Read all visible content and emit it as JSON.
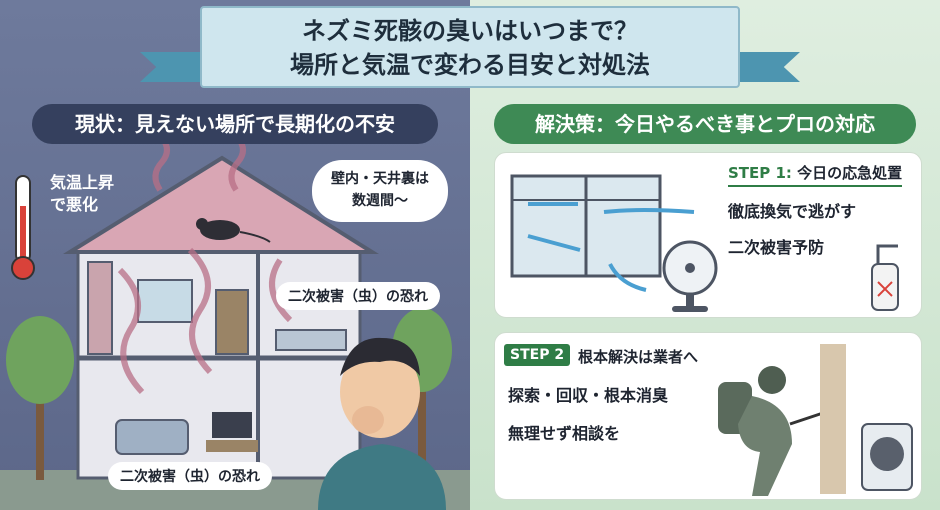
{
  "title": {
    "line1": "ネズミ死骸の臭いはいつまで？",
    "line2": "場所と気温で変わる目安と対処法"
  },
  "left": {
    "header": "現状：見えない場所で長期化の不安",
    "temp_label_1": "気温上昇",
    "temp_label_2": "で悪化",
    "speech_1": "壁内・天井裏は",
    "speech_2": "数週間〜",
    "secondary_damage_upper": "二次被害（虫）の恐れ",
    "secondary_damage_lower": "二次被害（虫）の恐れ"
  },
  "right": {
    "header": "解決策：今日やるべき事とプロの対応",
    "step1": {
      "badge": "STEP 1:",
      "title": "今日の応急処置",
      "line1": "徹底換気で逃がす",
      "line2": "二次被害予防"
    },
    "step2": {
      "badge": "STEP 2",
      "title": "根本解決は業者へ",
      "line1": "探索・回収・根本消臭",
      "line2": "無理せず相談を"
    }
  },
  "colors": {
    "left_bg": "#6e7a9c",
    "right_bg": "#dfeee0",
    "left_header": "#35405e",
    "right_header": "#3e8a55",
    "accent_green": "#2f7d46",
    "title_bg": "#cfe6ee"
  },
  "icons": [
    "thermometer-icon",
    "house-illustration",
    "mouse-icon",
    "person-covering-nose",
    "window-icon",
    "fan-icon",
    "spray-bottle-icon",
    "technician-illustration",
    "ozone-machine-icon"
  ]
}
